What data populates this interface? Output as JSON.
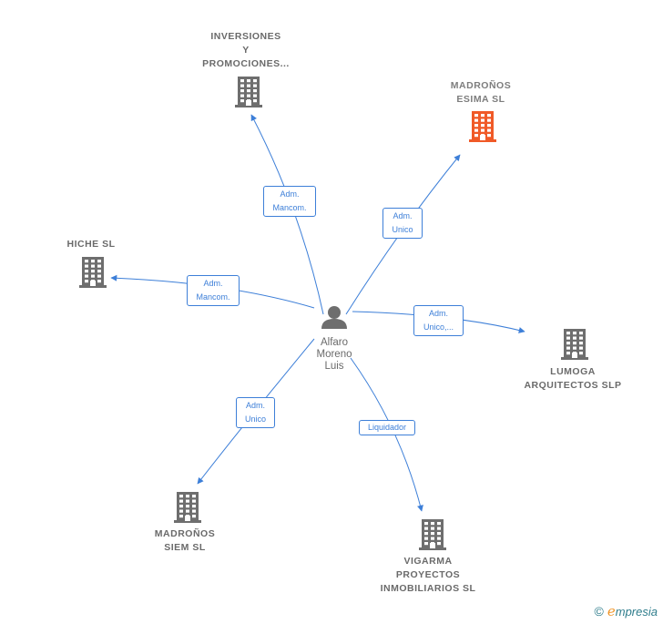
{
  "center": {
    "name": "Alfaro\nMoreno\nLuis",
    "icon": "person-icon"
  },
  "companies": [
    {
      "id": "inversiones",
      "name": "INVERSIONES\nY\nPROMOCIONES...",
      "icon": "building-icon",
      "highlight": false
    },
    {
      "id": "madronos-esima",
      "name": "MADROÑOS\nESIMA SL",
      "icon": "building-icon",
      "highlight": true
    },
    {
      "id": "hiche",
      "name": "HICHE SL",
      "icon": "building-icon",
      "highlight": false
    },
    {
      "id": "lumoga",
      "name": "LUMOGA\nARQUITECTOS SLP",
      "icon": "building-icon",
      "highlight": false
    },
    {
      "id": "madronos-siem",
      "name": "MADROÑOS\nSIEM SL",
      "icon": "building-icon",
      "highlight": false
    },
    {
      "id": "vigarma",
      "name": "VIGARMA\nPROYECTOS\nINMOBILIARIOS SL",
      "icon": "building-icon",
      "highlight": false
    }
  ],
  "relations": [
    {
      "to": "inversiones",
      "label": "Adm.\nMancom."
    },
    {
      "to": "madronos-esima",
      "label": "Adm.\nUnico"
    },
    {
      "to": "hiche",
      "label": "Adm.\nMancom."
    },
    {
      "to": "lumoga",
      "label": "Adm.\nUnico,..."
    },
    {
      "to": "madronos-siem",
      "label": "Adm.\nUnico"
    },
    {
      "to": "vigarma",
      "label": "Liquidador"
    }
  ],
  "colors": {
    "edge": "#3d7fd8",
    "building": "#6e6e6e",
    "highlight": "#f05a28",
    "text": "#6a6a6a"
  },
  "footer": {
    "copyright": "©",
    "brand_initial": "e",
    "brand_rest": "mpresia"
  }
}
